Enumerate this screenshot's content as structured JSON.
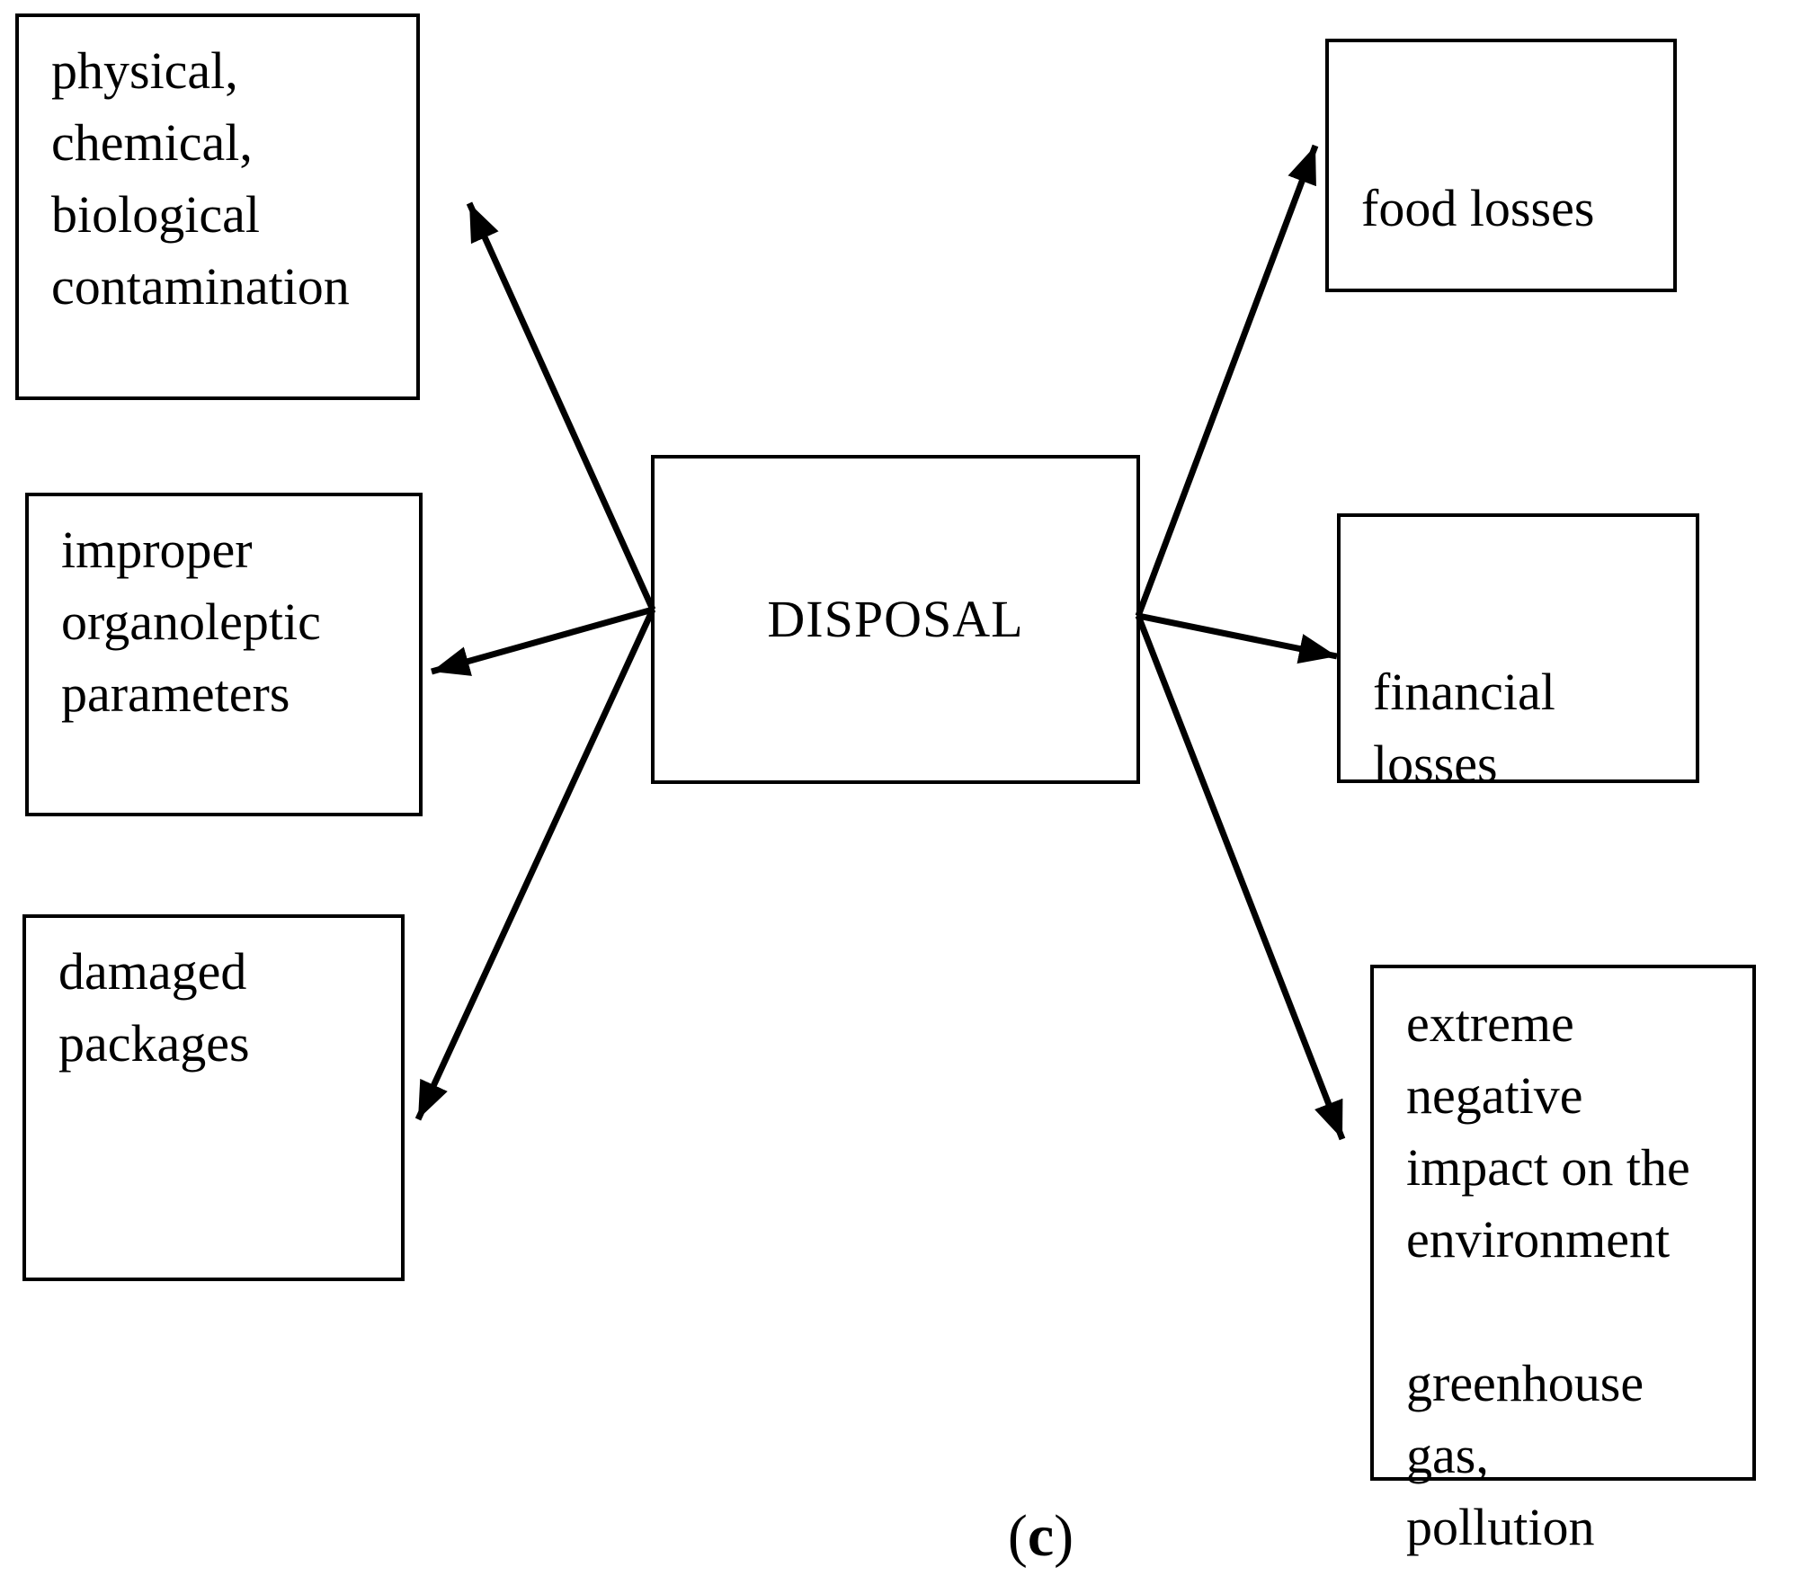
{
  "diagram": {
    "center": {
      "label": "DISPOSAL"
    },
    "left_nodes": [
      {
        "id": "contamination",
        "label": "physical,\nchemical,\nbiological\ncontamination"
      },
      {
        "id": "organoleptic",
        "label": "improper\norganoleptic\nparameters"
      },
      {
        "id": "damaged-packages",
        "label": "damaged\npackages"
      }
    ],
    "right_nodes": [
      {
        "id": "food-losses",
        "label": "food losses"
      },
      {
        "id": "financial-losses",
        "label": "financial losses"
      },
      {
        "id": "environment-impact",
        "label": "extreme negative\nimpact on the\nenvironment\n\ngreenhouse gas,\npollution"
      }
    ],
    "caption": {
      "open": "(",
      "letter": "c",
      "close": ")"
    },
    "colors": {
      "line": "#000000",
      "background": "#ffffff"
    }
  }
}
